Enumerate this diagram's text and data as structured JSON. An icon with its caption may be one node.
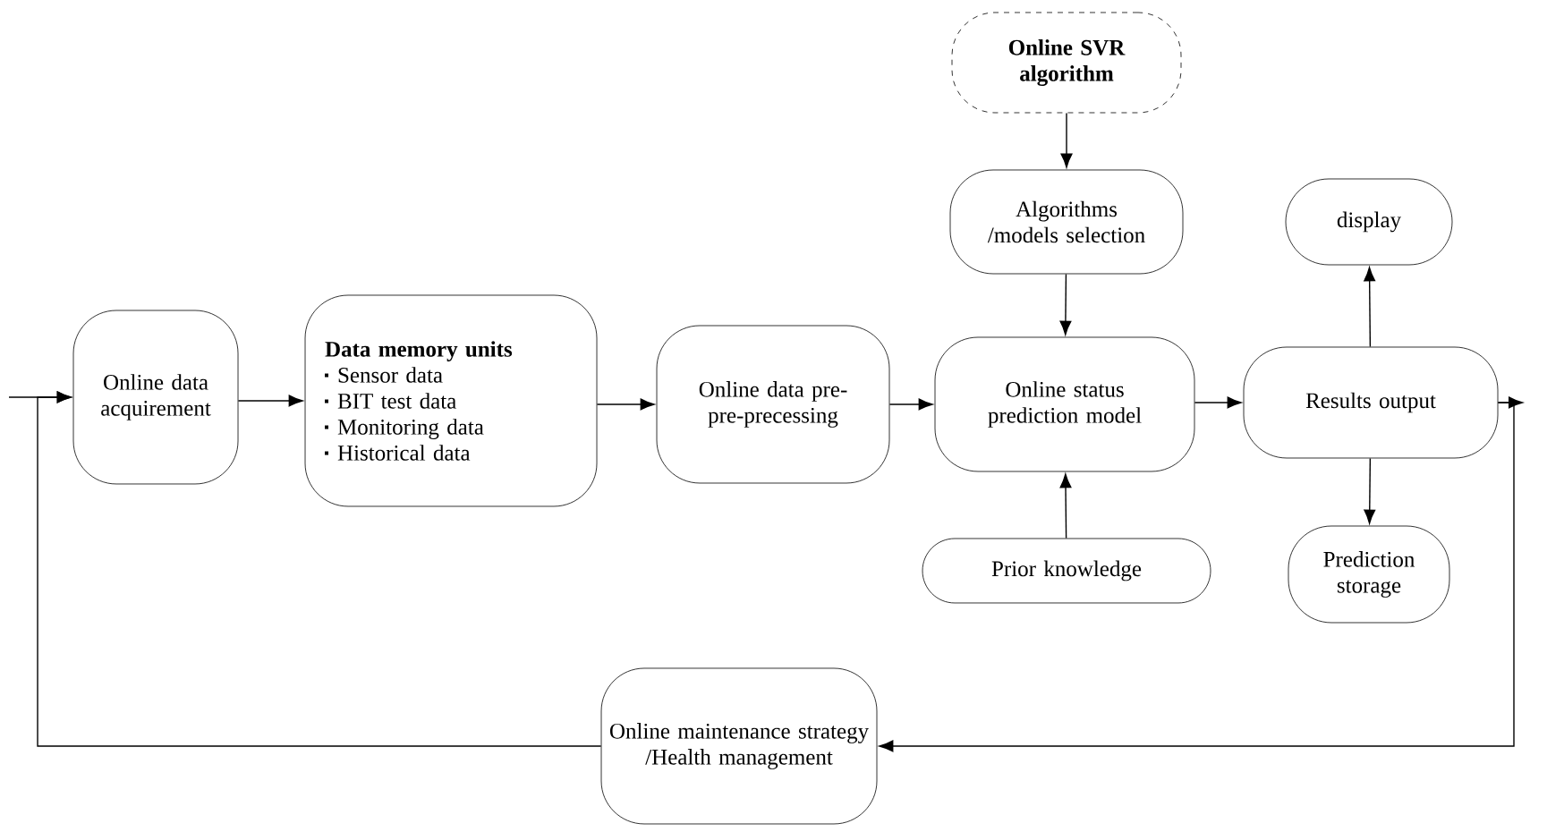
{
  "diagram": {
    "nodes": [
      {
        "text": [
          "Online SVR algorithm"
        ]
      },
      {
        "text": [
          "Algorithms /models selection"
        ]
      },
      {
        "text": [
          "display"
        ]
      },
      {
        "text": [
          "Online data acquirement"
        ]
      },
      {
        "text": [
          "Data memory units",
          "Sensor data",
          "BIT test data",
          "Monitoring data",
          "Historical data"
        ]
      },
      {
        "text": [
          "Online data pre- pre-precessing"
        ]
      },
      {
        "text": [
          "Online status prediction model"
        ]
      },
      {
        "text": [
          "Results output"
        ]
      },
      {
        "text": [
          "Prior knowledge"
        ]
      },
      {
        "text": [
          "Prediction storage"
        ]
      },
      {
        "text": [
          "Online maintenance strategy /Health management"
        ]
      }
    ],
    "edges": [
      {
        "from": 0,
        "to": 1,
        "arrow": "to"
      },
      {
        "from": 1,
        "to": 6,
        "arrow": "to"
      },
      {
        "from": null,
        "to": 3,
        "arrow": "to"
      },
      {
        "from": 3,
        "to": 4,
        "arrow": "to"
      },
      {
        "from": 4,
        "to": 5,
        "arrow": "to"
      },
      {
        "from": 5,
        "to": 6,
        "arrow": "to"
      },
      {
        "from": 6,
        "to": 7,
        "arrow": "to"
      },
      {
        "from": 7,
        "to": 2,
        "arrow": "to"
      },
      {
        "from": 7,
        "to": 9,
        "arrow": "to"
      },
      {
        "from": 8,
        "to": 6,
        "arrow": "to"
      },
      {
        "from": 7,
        "to": null,
        "arrow": "to"
      },
      {
        "from": 7,
        "to": 10,
        "arrow": "to"
      },
      {
        "from": 10,
        "to": 3,
        "arrow": "to"
      }
    ]
  }
}
